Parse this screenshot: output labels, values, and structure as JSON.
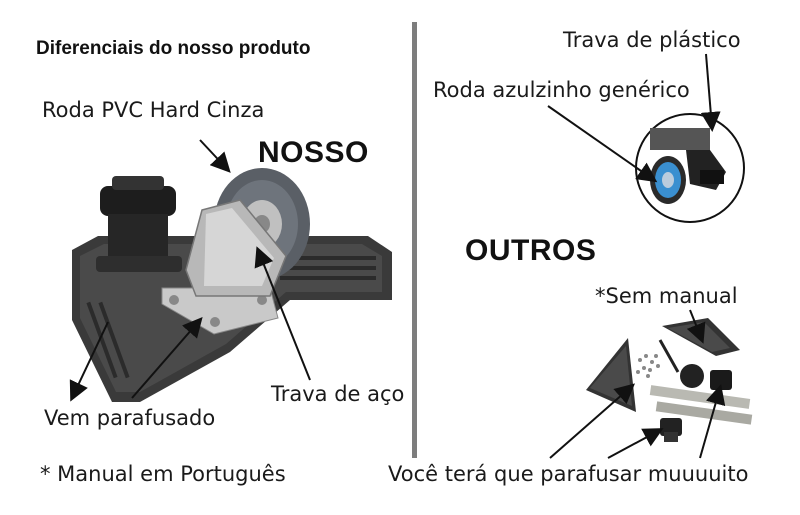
{
  "title": "Diferenciais do nosso produto",
  "left": {
    "roda_label": "Roda PVC  Hard Cinza",
    "heading": "NOSSO",
    "parafusado_label": "Vem parafusado",
    "trava_label": "Trava de aço",
    "manual_label": "* Manual em Português"
  },
  "right": {
    "trava_label": "Trava de plástico",
    "roda_label": "Roda azulzinho genérico",
    "heading": "OUTROS",
    "sem_manual_label": "*Sem manual",
    "parafusar_label": "Você terá que parafusar muuuuito"
  },
  "icons": [
    "product-assembled-image",
    "wheel-closeup-image",
    "disassembled-parts-image"
  ]
}
